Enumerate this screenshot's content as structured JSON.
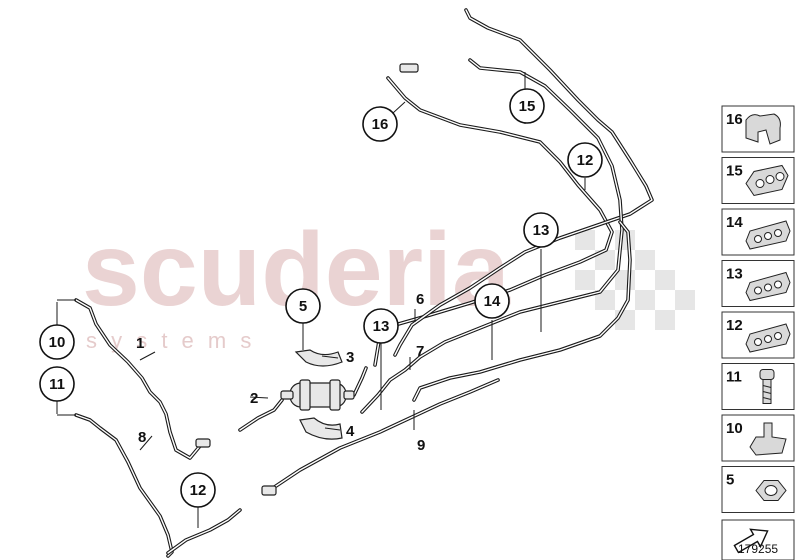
{
  "watermark": {
    "main": "scuderia",
    "sub": "s y s t e m s"
  },
  "callouts": [
    {
      "id": "16",
      "label": "16"
    },
    {
      "id": "15",
      "label": "15"
    },
    {
      "id": "12a",
      "label": "12"
    },
    {
      "id": "13a",
      "label": "13"
    },
    {
      "id": "14",
      "label": "14"
    },
    {
      "id": "13b",
      "label": "13"
    },
    {
      "id": "5",
      "label": "5"
    },
    {
      "id": "10",
      "label": "10"
    },
    {
      "id": "11",
      "label": "11"
    },
    {
      "id": "12b",
      "label": "12"
    }
  ],
  "labels": [
    {
      "id": "1",
      "label": "1"
    },
    {
      "id": "2",
      "label": "2"
    },
    {
      "id": "3",
      "label": "3"
    },
    {
      "id": "4",
      "label": "4"
    },
    {
      "id": "6",
      "label": "6"
    },
    {
      "id": "7",
      "label": "7"
    },
    {
      "id": "8",
      "label": "8"
    },
    {
      "id": "9",
      "label": "9"
    }
  ],
  "legend_panel": [
    {
      "num": "16",
      "icon": "double-clip-icon"
    },
    {
      "num": "15",
      "icon": "triple-clip-icon"
    },
    {
      "num": "14",
      "icon": "multi-clip-icon"
    },
    {
      "num": "13",
      "icon": "multi-clip-icon"
    },
    {
      "num": "12",
      "icon": "multi-clip-icon"
    },
    {
      "num": "11",
      "icon": "screw-icon"
    },
    {
      "num": "10",
      "icon": "bracket-clip-icon"
    },
    {
      "num": "5",
      "icon": "hex-nut-icon"
    }
  ],
  "footer": {
    "icon": "arrow-nav-icon",
    "ref": "179255"
  }
}
